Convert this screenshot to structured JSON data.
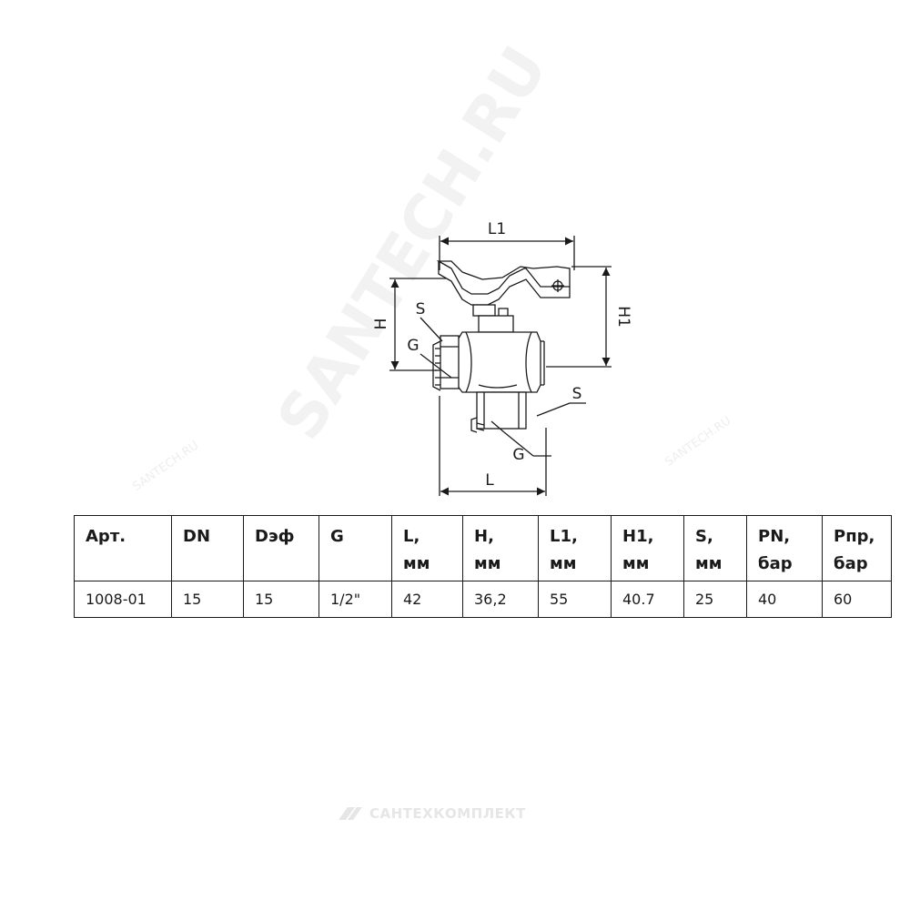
{
  "drawing": {
    "labels": {
      "l1": "L1",
      "h": "H",
      "h1": "H1",
      "s_left": "S",
      "g_left": "G",
      "s_right": "S",
      "g_bottom": "G",
      "l": "L"
    }
  },
  "watermarks": {
    "diagonal": "SANTECH.RU",
    "small_left": "SANTECH.RU",
    "small_right": "SANTECH.RU"
  },
  "table": {
    "headers": [
      "Арт.",
      "DN",
      "Dэф",
      "G",
      "L,\nмм",
      "H,\nмм",
      "L1,\nмм",
      "H1,\nмм",
      "S,\nмм",
      "PN,\nбар",
      "Рпр,\nбар"
    ],
    "rows": [
      [
        "1008-01",
        "15",
        "15",
        "1/2\"",
        "42",
        "36,2",
        "55",
        "40.7",
        "25",
        "40",
        "60"
      ]
    ]
  },
  "footer": {
    "brand": "САНТЕХКОМПЛЕКТ",
    "logo_icon": "santechkomplekt-logo-icon"
  }
}
